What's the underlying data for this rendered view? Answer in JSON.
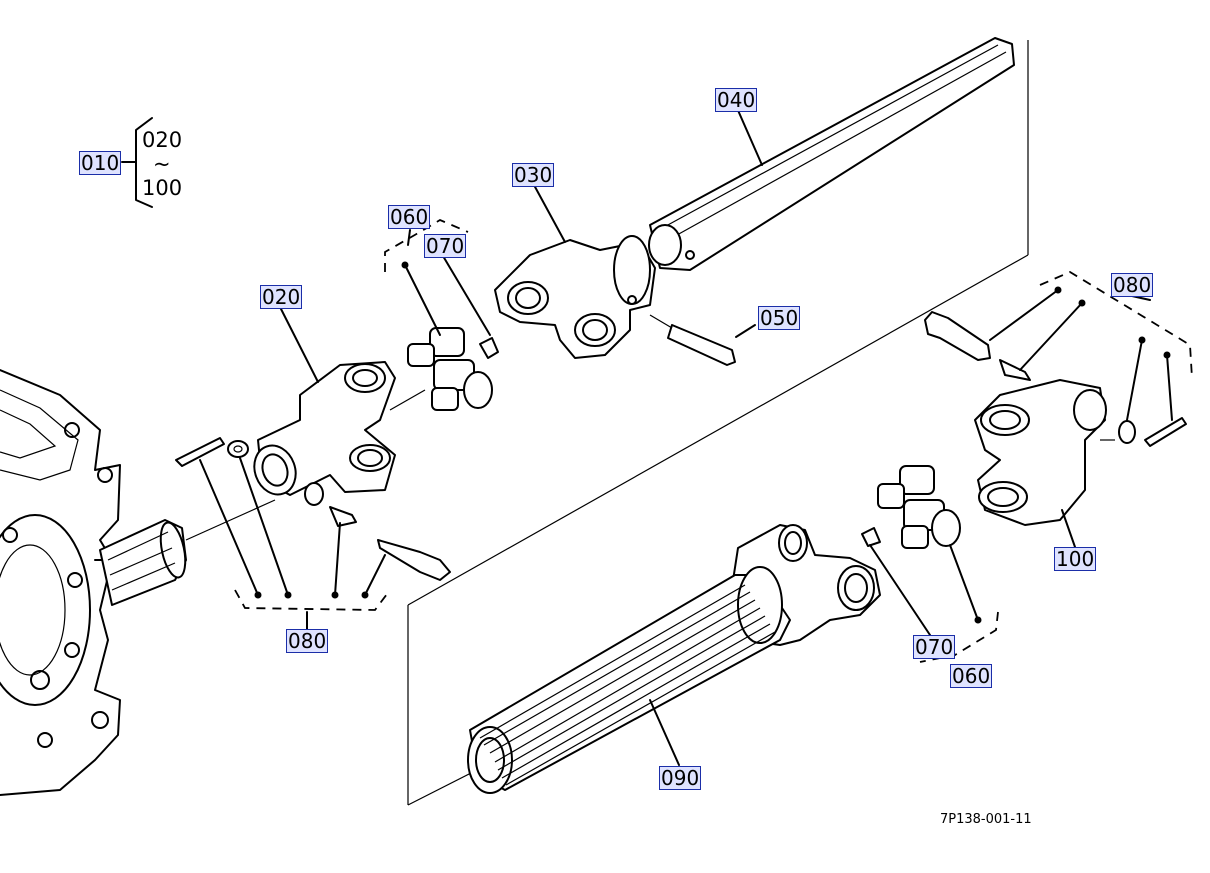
{
  "diagram": {
    "drawing_code": "7P138-001-11",
    "assembly": {
      "code": "010",
      "range_start": "020",
      "range_sep": "~",
      "range_end": "100"
    },
    "callouts": [
      {
        "id": "040",
        "part": "shaft-square-tube"
      },
      {
        "id": "030",
        "part": "yoke-outer-tube"
      },
      {
        "id": "060",
        "part": "spider-kit-upper"
      },
      {
        "id": "070",
        "part": "grease-nipple-upper"
      },
      {
        "id": "020",
        "part": "yoke-front"
      },
      {
        "id": "050",
        "part": "spring-pin"
      },
      {
        "id": "080",
        "part": "pin-kit-right"
      },
      {
        "id": "080",
        "part": "pin-kit-left"
      },
      {
        "id": "100",
        "part": "yoke-rear"
      },
      {
        "id": "070",
        "part": "grease-nipple-lower"
      },
      {
        "id": "060",
        "part": "spider-kit-lower"
      },
      {
        "id": "090",
        "part": "shaft-splined-tube"
      }
    ]
  },
  "colors": {
    "callout_fill": "#dfe3ff",
    "callout_border": "#1b2ea8",
    "line": "#000000"
  }
}
